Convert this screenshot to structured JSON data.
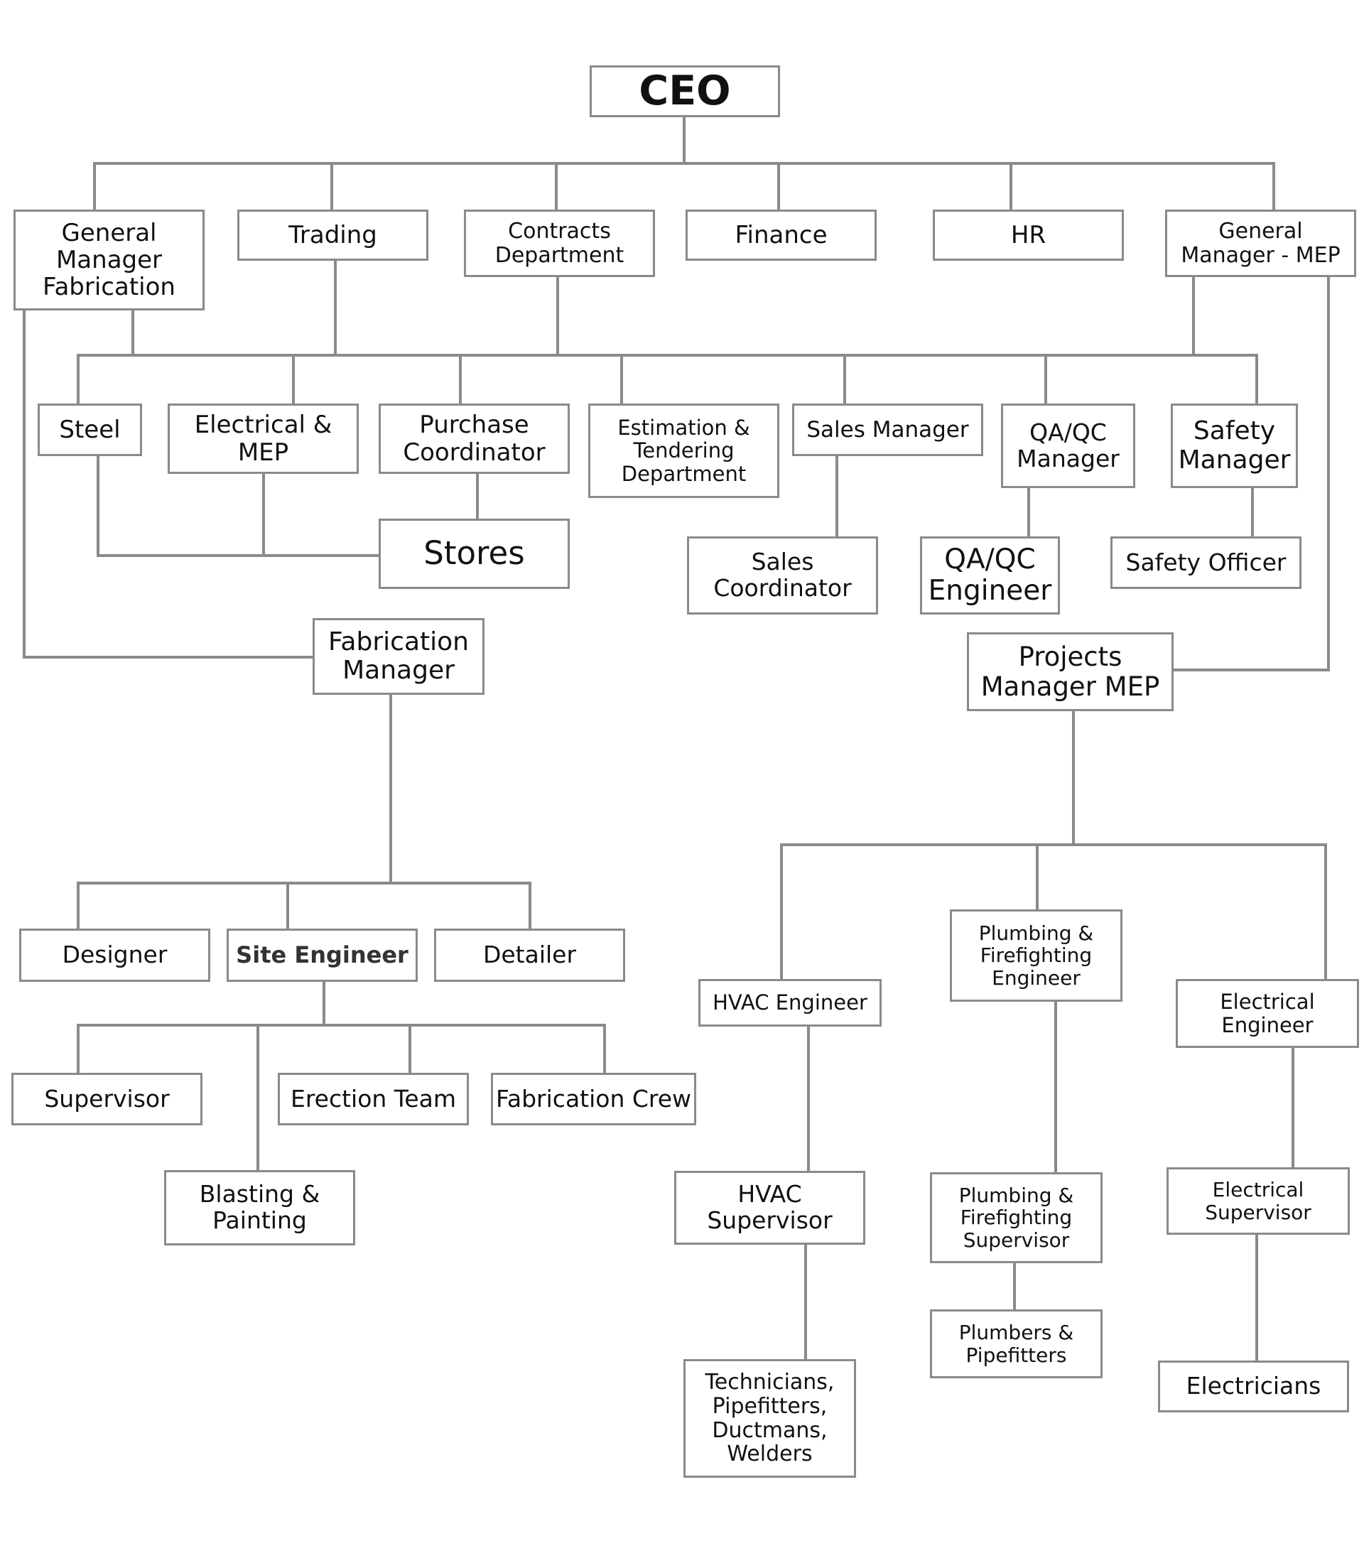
{
  "nodes": {
    "ceo": "CEO",
    "gm_fabrication": "General\nManager\nFabrication",
    "trading": "Trading",
    "contracts": "Contracts\nDepartment",
    "finance": "Finance",
    "hr": "HR",
    "gm_mep": "General\nManager - MEP",
    "steel": "Steel",
    "electrical_mep": "Electrical &\nMEP",
    "purchase_coordinator": "Purchase\nCoordinator",
    "estimation": "Estimation &\nTendering\nDepartment",
    "sales_manager": "Sales Manager",
    "qaqc_manager": "QA/QC\nManager",
    "safety_manager": "Safety\nManager",
    "stores": "Stores",
    "sales_coordinator": "Sales\nCoordinator",
    "qaqc_engineer": "QA/QC\nEngineer",
    "safety_officer": "Safety Officer",
    "fabrication_manager": "Fabrication\nManager",
    "projects_manager_mep": "Projects\nManager MEP",
    "designer": "Designer",
    "site_engineer": "Site Engineer",
    "detailer": "Detailer",
    "supervisor": "Supervisor",
    "erection_team": "Erection Team",
    "fabrication_crew": "Fabrication Crew",
    "blasting_painting": "Blasting &\nPainting",
    "hvac_engineer": "HVAC Engineer",
    "plumbing_engineer": "Plumbing &\nFirefighting\nEngineer",
    "electrical_engineer": "Electrical\nEngineer",
    "hvac_supervisor": "HVAC\nSupervisor",
    "plumbing_supervisor": "Plumbing &\nFirefighting\nSupervisor",
    "electrical_supervisor": "Electrical\nSupervisor",
    "technicians": "Technicians,\nPipefitters,\nDuctmans,\nWelders",
    "plumbers_pipefitters": "Plumbers &\nPipefitters",
    "electricians": "Electricians"
  },
  "colors": {
    "line": "#8a8a8a",
    "box_border": "#8a8a8a",
    "text": "#111111",
    "background": "#ffffff"
  }
}
